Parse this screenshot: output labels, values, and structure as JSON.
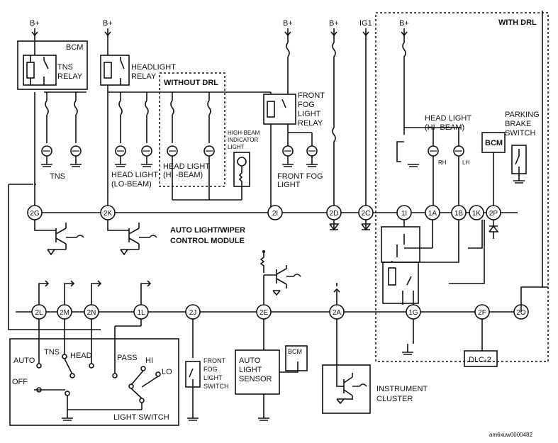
{
  "labels": {
    "bplus": "B+",
    "ig1": "IG1",
    "bcm": "BCM",
    "tns": "TNS",
    "relay": "RELAY",
    "headlight": "HEADLIGHT",
    "without_drl": "WITHOUT DRL",
    "with_drl": "WITH DRL",
    "front": "FRONT",
    "fog": "FOG",
    "light": "LIGHT",
    "highbeam_ind_1": "HIGH-BEAM",
    "highbeam_ind_2": "INDICATOR",
    "highbeam_ind_3": "LIGHT",
    "head_light_hi_1": "HEAD LIGHT",
    "head_light_hi_2": "(HI -BEAM)",
    "head_light_lo_1": "HEAD LIGHT",
    "head_light_lo_2": "(LO-BEAM)",
    "head_light_hi_drl_1": "HEAD LIGHT",
    "head_light_hi_drl_2": "(HI -BEAM)",
    "front_fog_light_1": "FRONT FOG",
    "front_fog_light_2": "LIGHT",
    "rh": "RH",
    "lh": "LH",
    "parking_1": "PARKING",
    "parking_2": "BRAKE",
    "parking_3": "SWITCH",
    "module_1": "AUTO LIGHT/WIPER",
    "module_2": "CONTROL MODULE",
    "auto_light_1": "AUTO",
    "auto_light_2": "LIGHT",
    "auto_light_3": "SENSOR",
    "ff_switch_1": "FRONT",
    "ff_switch_2": "FOG",
    "ff_switch_3": "LIGHT",
    "ff_switch_4": "SWITCH",
    "instrument_1": "INSTRUMENT",
    "instrument_2": "CLUSTER",
    "dlc": "DLC-2",
    "light_switch": "LIGHT SWITCH",
    "sw_auto": "AUTO",
    "sw_tns": "TNS",
    "sw_head": "HEAD",
    "sw_pass": "PASS",
    "sw_hi": "HI",
    "sw_lo": "LO",
    "sw_off": "OFF",
    "footer_code": "am6xuw0000482"
  },
  "connectors_top": [
    "2G",
    "2K",
    "2I",
    "2D",
    "2C",
    "1I",
    "1A",
    "1B",
    "1K",
    "2P"
  ],
  "connectors_bottom": [
    "2L",
    "2M",
    "2N",
    "1L",
    "2J",
    "2E",
    "2A",
    "1G",
    "2F",
    "2O"
  ]
}
